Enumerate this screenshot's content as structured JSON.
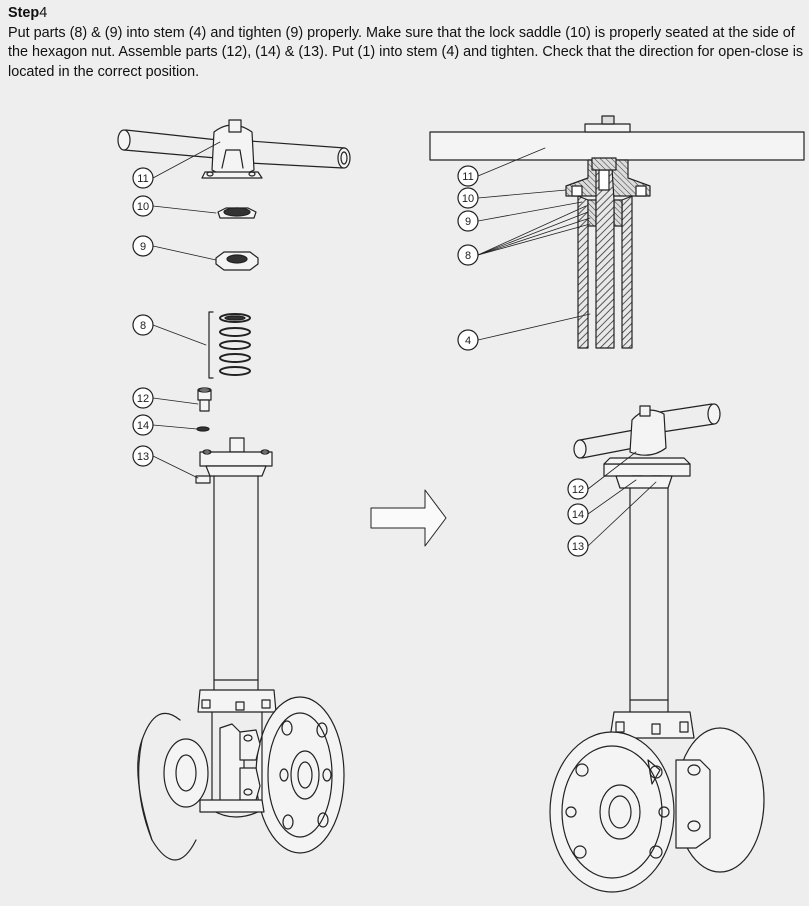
{
  "step": {
    "label": "Step",
    "number": "4",
    "text": "Put parts (8) & (9) into stem (4) and tighten (9) properly.  Make sure that the lock saddle (10) is properly seated at the side of the hexagon nut.  Assemble parts (12), (14) & (13).  Put (1) into stem (4) and tighten.  Check that the direction for open-close is located in the correct position."
  },
  "exploded_callouts": [
    "11",
    "10",
    "9",
    "8",
    "12",
    "14",
    "13"
  ],
  "section_callouts": [
    "11",
    "10",
    "9",
    "8",
    "4"
  ],
  "assembled_callouts": [
    "12",
    "14",
    "13"
  ],
  "icons": {
    "arrow": "right-arrow-icon"
  }
}
